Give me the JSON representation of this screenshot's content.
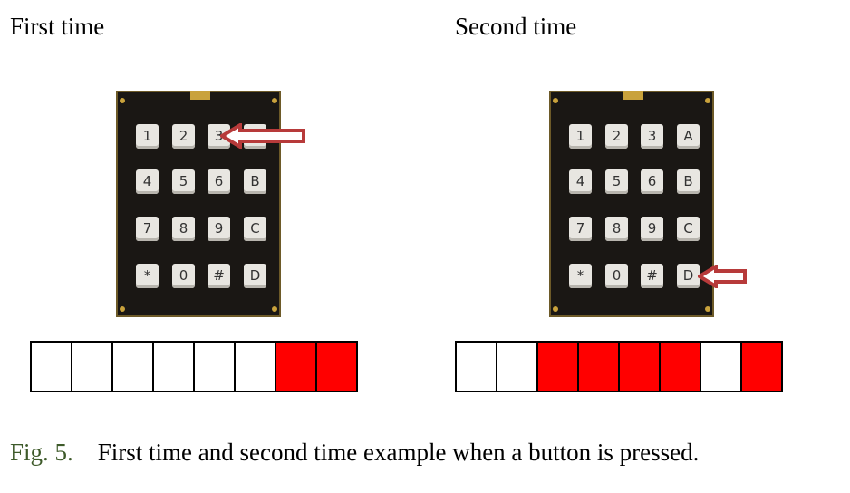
{
  "headings": {
    "first": "First time",
    "second": "Second time"
  },
  "keypad": {
    "rows": [
      [
        "1",
        "2",
        "3",
        "A"
      ],
      [
        "4",
        "5",
        "6",
        "B"
      ],
      [
        "7",
        "8",
        "9",
        "C"
      ],
      [
        "*",
        "0",
        "#",
        "D"
      ]
    ]
  },
  "panels": [
    {
      "pressed_key": "3",
      "partially_hidden_key": "A",
      "bits": [
        0,
        0,
        0,
        0,
        0,
        0,
        1,
        1
      ]
    },
    {
      "pressed_key": "D",
      "bits": [
        0,
        0,
        1,
        1,
        1,
        1,
        0,
        1
      ]
    }
  ],
  "colors": {
    "bit_on": "#ff0000",
    "bit_off": "#ffffff",
    "arrow": "#b73a3a",
    "fig_label": "#3e5a2a"
  },
  "caption": {
    "label": "Fig. 5.",
    "text": "First time and second time example when a button is pressed."
  }
}
